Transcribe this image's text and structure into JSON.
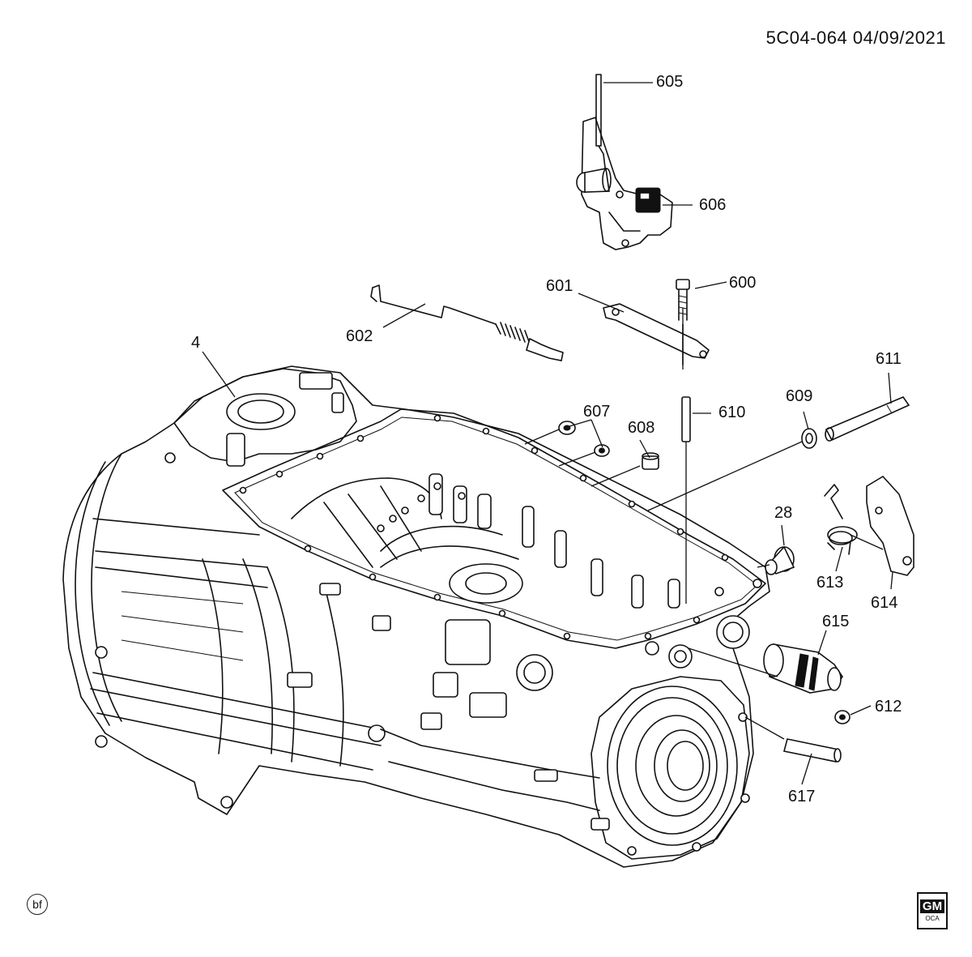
{
  "header": {
    "doc_id": "5C04-064  04/09/2021"
  },
  "callouts": {
    "c605": "605",
    "c606": "606",
    "c601": "601",
    "c600": "600",
    "c602": "602",
    "c4": "4",
    "c611": "611",
    "c607": "607",
    "c608": "608",
    "c610": "610",
    "c609": "609",
    "c28": "28",
    "c613": "613",
    "c614": "614",
    "c615": "615",
    "c612": "612",
    "c617": "617"
  },
  "footer": {
    "bf_badge": "bf",
    "logo_main": "GM",
    "logo_sub": "OCA"
  }
}
